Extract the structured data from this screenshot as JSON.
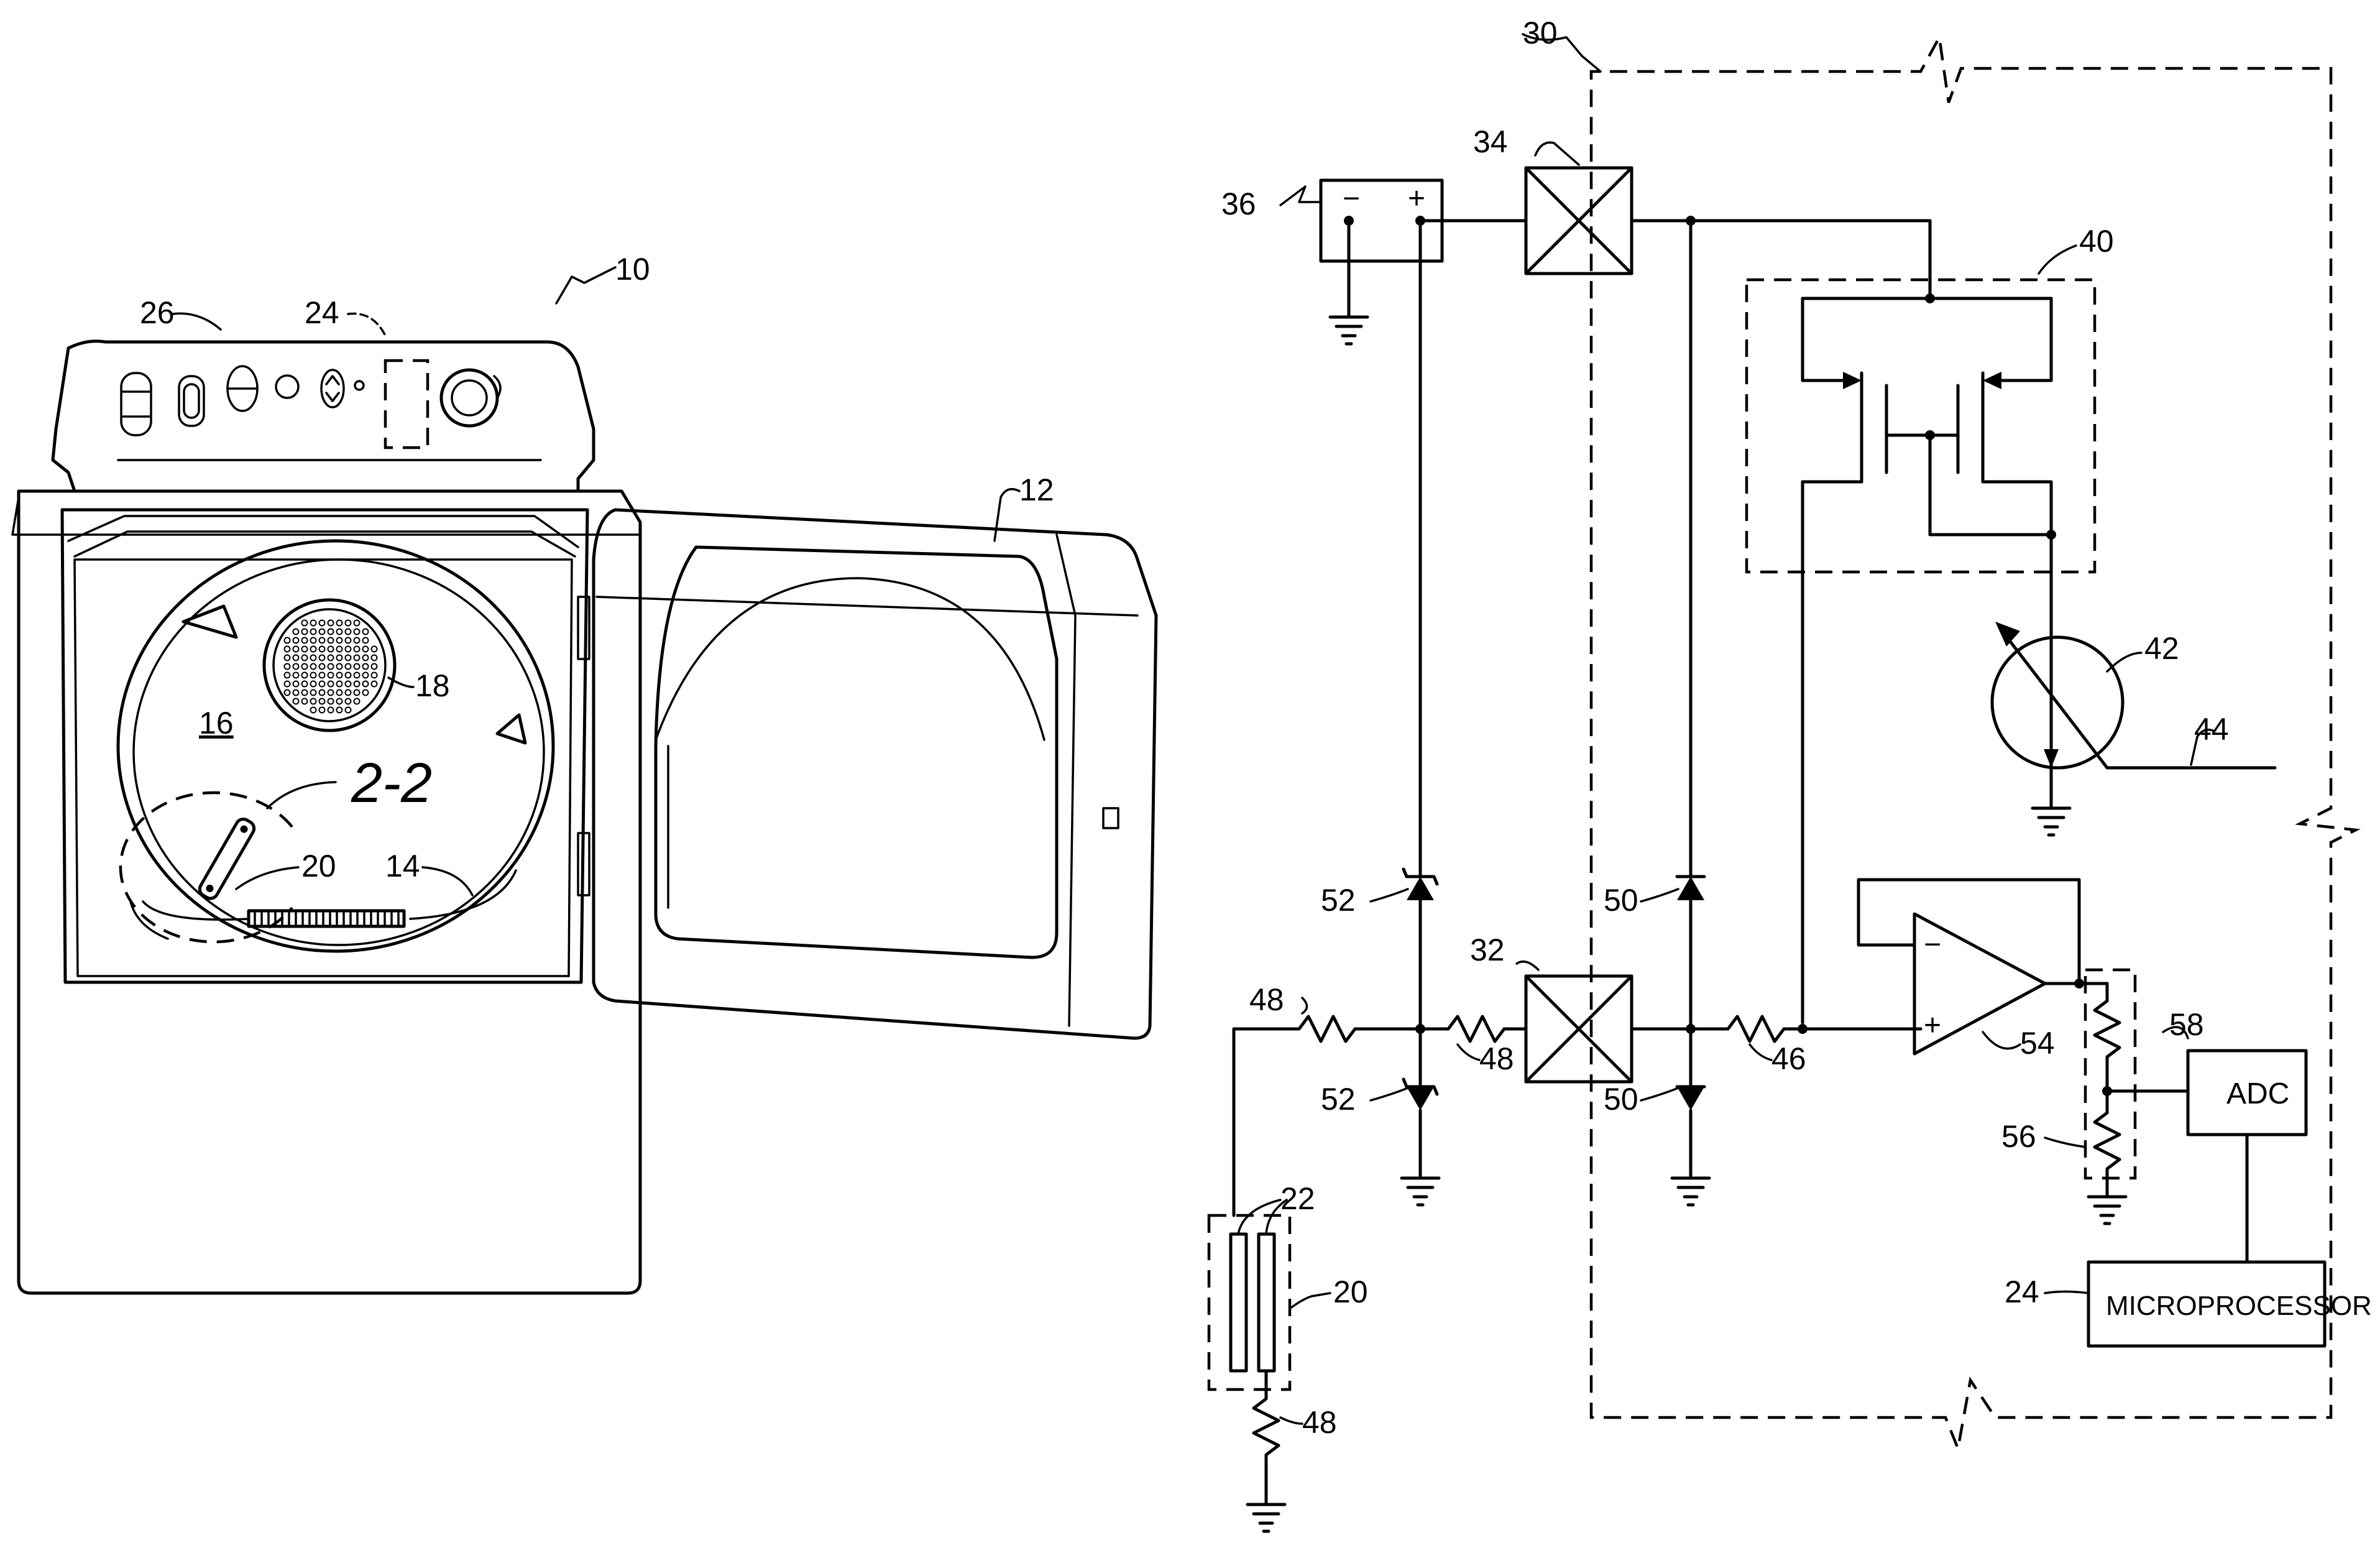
{
  "figure_left": {
    "labels": {
      "dryer": "10",
      "door": "12",
      "drum_rim": "14",
      "drum": "16",
      "vent": "18",
      "sensor": "20",
      "controller": "24",
      "control_panel": "26",
      "section_mark": "2-2"
    }
  },
  "figure_right": {
    "labels": {
      "circuit": "30",
      "switch_lower": "32",
      "switch_upper": "34",
      "battery": "36",
      "current_mirror": "40",
      "meter": "42",
      "meter_out": "44",
      "resistor_mid": "46",
      "resistor_a": "48",
      "resistor_b": "48",
      "resistor_c": "48",
      "diode_top": "50",
      "diode_bottom": "50",
      "zener_top": "52",
      "zener_bottom": "52",
      "opamp": "54",
      "divider": "56",
      "adc_ref": "58",
      "sensor": "20",
      "electrodes": "22",
      "microprocessor_ref": "24"
    },
    "battery_minus": "−",
    "battery_plus": "+",
    "opamp_minus": "−",
    "opamp_plus": "+",
    "adc_label": "ADC",
    "microprocessor_label": "MICROPROCESSOR"
  }
}
